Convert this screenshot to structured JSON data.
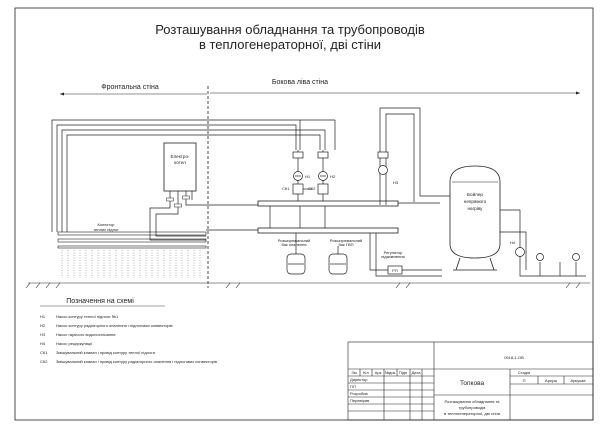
{
  "title_line1": "Розташування обладнання та трубопроводів",
  "title_line2": "в теплогенераторної, дві стіни",
  "walls": {
    "front": "Фронтальна стіна",
    "side": "Бокова ліва стіна"
  },
  "labels": {
    "boiler_l1": "Електро-",
    "boiler_l2": "котел",
    "collector_l1": "Колектор",
    "collector_l2": "теплих підлог",
    "tank_l1": "Бойлер",
    "tank_l2": "непрямого",
    "tank_l3": "нагріву",
    "exp1_l1": "Розширювальний",
    "exp1_l2": "бак опалення",
    "exp2_l1": "Розширювальний",
    "exp2_l2": "бак ГВП",
    "reg_l1": "Регулятор",
    "reg_l2": "підживлення",
    "rp": "РП",
    "h1": "Н1",
    "h2": "Н2",
    "h3": "Н3",
    "h4": "Н4",
    "sk1": "СК1",
    "sk2": "СК2"
  },
  "legend": {
    "heading": "Позначення на схемі",
    "items": [
      {
        "code": "Н1",
        "text": "Насос контуру теплої підлоги №1"
      },
      {
        "code": "Н2",
        "text": "Насос контуру радіаторного опалення і підлогових конвекторів"
      },
      {
        "code": "Н3",
        "text": "Насос гарячого водопостачання"
      },
      {
        "code": "Н4",
        "text": "Насос рециркуляції"
      },
      {
        "code": "СК1",
        "text": "Змішувальний клапан і привід контуру теплої підлоги"
      },
      {
        "code": "СК2",
        "text": "Змішувальний клапан і привід контуру радіаторного опалення і підлогових конвекторів"
      }
    ]
  },
  "title_block": {
    "code": "0918-1-ОВ",
    "org": "Топкова",
    "header_cells": [
      "Зм",
      "Кіл",
      "Арк",
      "№док",
      "Підп",
      "Дата"
    ],
    "roles": [
      "Директор",
      "ГІП",
      "Розробив",
      "Перевірив"
    ],
    "stage_h": "Стадія",
    "sheet_h": "Аркуш",
    "sheets_h": "Аркушів",
    "stage": "П",
    "sheet_title_l1": "Розташування обладнання та",
    "sheet_title_l2": "трубопроводів",
    "sheet_title_l3": "в теплогенераторної, дві стіни"
  }
}
